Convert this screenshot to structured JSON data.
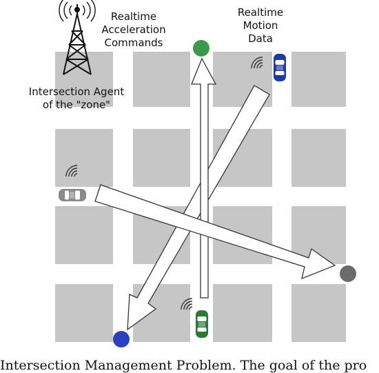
{
  "labels": {
    "acceleration": [
      "Realtime",
      "Acceleration",
      "Commands"
    ],
    "motion": [
      "Realtime",
      "Motion",
      "Data"
    ],
    "agent": [
      "Intersection Agent",
      "of the \"zone\""
    ]
  },
  "caption": "Intersection Management Problem. The goal of the pro",
  "colors": {
    "block": "#c6c6c6",
    "arrow_fill": "#ffffff",
    "arrow_stroke": "#333333",
    "dest_green": "#3a9a4b",
    "dest_blue": "#2b3fbf",
    "dest_gray": "#6b6b6b",
    "car_blue": "#1e3aa8",
    "car_green": "#2a7a35",
    "car_gray": "#8a8a8a"
  },
  "icons": [
    "tower-icon",
    "signal-wave-icon",
    "car-icon",
    "destination-marker-icon"
  ]
}
